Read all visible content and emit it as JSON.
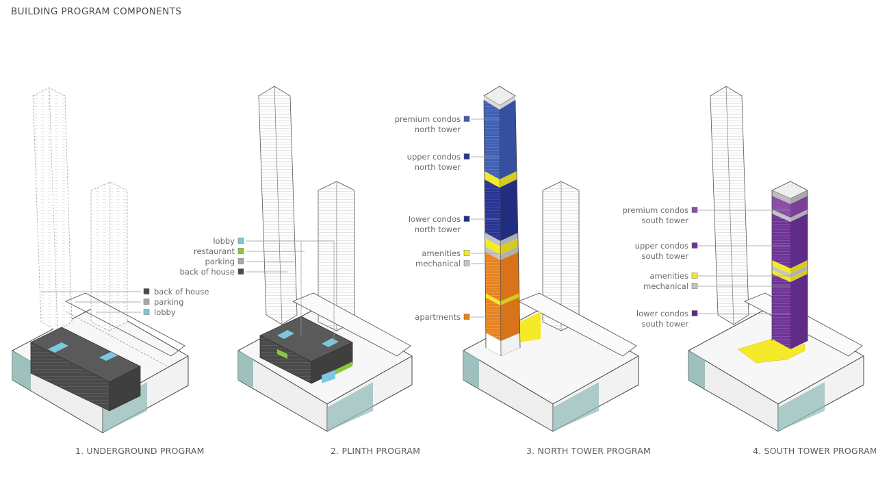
{
  "title": "BUILDING PROGRAM COMPONENTS",
  "colors": {
    "back_of_house": "#4a4a4a",
    "parking": "#a8a8a8",
    "lobby": "#7cc8e0",
    "restaurant": "#8dc63f",
    "premium_north": "#3f5fb3",
    "upper_north": "#2a3592",
    "lower_north": "#243084",
    "amenities": "#f4ea2a",
    "mechanical": "#c4c4c4",
    "apartments": "#e8821e",
    "premium_south": "#8c4fa8",
    "upper_south": "#6e3596",
    "lower_south": "#5e2c86",
    "glass": "#8fb9b5"
  },
  "panels": [
    {
      "caption": "1. UNDERGROUND PROGRAM",
      "legend": [
        {
          "label": "back of house",
          "key": "back_of_house"
        },
        {
          "label": "parking",
          "key": "parking"
        },
        {
          "label": "lobby",
          "key": "lobby"
        }
      ]
    },
    {
      "caption": "2. PLINTH PROGRAM",
      "legend": [
        {
          "label": "lobby",
          "key": "lobby"
        },
        {
          "label": "restaurant",
          "key": "restaurant"
        },
        {
          "label": "parking",
          "key": "parking"
        },
        {
          "label": "back of house",
          "key": "back_of_house"
        }
      ]
    },
    {
      "caption": "3. NORTH TOWER PROGRAM",
      "legend": [
        {
          "line1": "premium condos",
          "line2": "north tower",
          "key": "premium_north"
        },
        {
          "line1": "upper condos",
          "line2": "north tower",
          "key": "upper_north"
        },
        {
          "line1": "lower condos",
          "line2": "north tower",
          "key": "lower_north"
        },
        {
          "label": "amenities",
          "key": "amenities"
        },
        {
          "label": "mechanical",
          "key": "mechanical"
        },
        {
          "label": "apartments",
          "key": "apartments"
        }
      ]
    },
    {
      "caption": "4. SOUTH TOWER PROGRAM",
      "legend": [
        {
          "line1": "premium condos",
          "line2": "south tower",
          "key": "premium_south"
        },
        {
          "line1": "upper condos",
          "line2": "south tower",
          "key": "upper_south"
        },
        {
          "label": "amenities",
          "key": "amenities"
        },
        {
          "label": "mechanical",
          "key": "mechanical"
        },
        {
          "line1": "lower condos",
          "line2": "south tower",
          "key": "lower_south"
        }
      ]
    }
  ]
}
